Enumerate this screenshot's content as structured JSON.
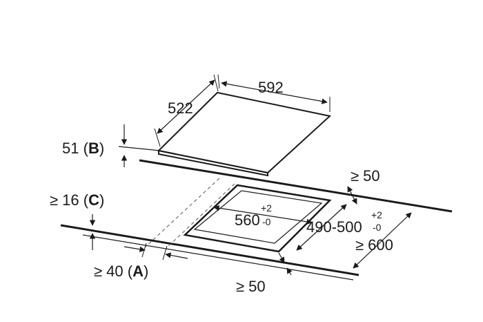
{
  "dimensions": {
    "hob_depth": "522",
    "hob_width": "592",
    "hob_height": "51",
    "hob_height_ref": "B",
    "side_clearance": "≥ 50",
    "front_clearance": "≥ 50",
    "under_clearance": "≥ 16",
    "under_clearance_ref": "C",
    "front_edge_clearance": "≥ 40",
    "front_edge_ref": "A",
    "worktop_depth": "≥ 600",
    "cutout_width": "560",
    "cutout_width_tol_plus": "+2",
    "cutout_width_tol_minus": "-0",
    "cutout_depth": "490-500",
    "cutout_depth_tol_plus": "+2",
    "cutout_depth_tol_minus": "-0"
  },
  "colors": {
    "line": "#1a1a1a",
    "hob_fill": "#ffffff"
  }
}
